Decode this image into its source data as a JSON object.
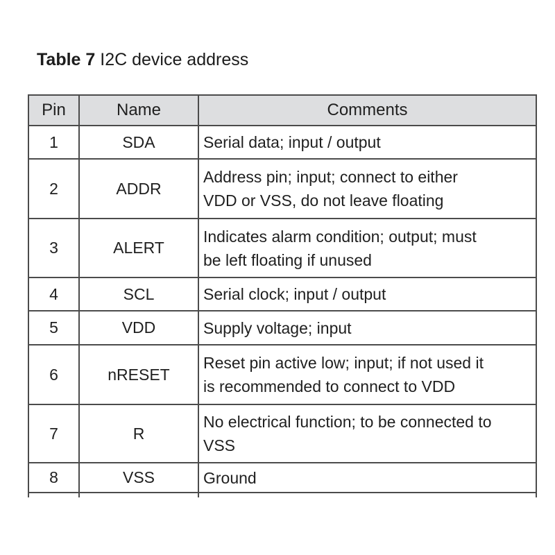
{
  "title": {
    "prefix": "Table 7",
    "text": "I2C device address"
  },
  "table": {
    "headers": [
      "Pin",
      "Name",
      "Comments"
    ],
    "rows": [
      {
        "pin": "1",
        "name": "SDA",
        "comment": "Serial data; input / output"
      },
      {
        "pin": "2",
        "name": "ADDR",
        "comment": "Address pin; input; connect to either\nVDD or VSS, do not leave floating"
      },
      {
        "pin": "3",
        "name": "ALERT",
        "comment": "Indicates alarm condition; output; must\nbe left floating if unused"
      },
      {
        "pin": "4",
        "name": "SCL",
        "comment": "Serial clock; input / output"
      },
      {
        "pin": "5",
        "name": "VDD",
        "comment": "Supply voltage; input"
      },
      {
        "pin": "6",
        "name": "nRESET",
        "comment": "Reset pin active low; input; if not used it\nis recommended to connect to VDD"
      },
      {
        "pin": "7",
        "name": "R",
        "comment": "No electrical function; to be connected to\nVSS"
      },
      {
        "pin": "8",
        "name": "VSS",
        "comment": "Ground"
      }
    ]
  },
  "colors": {
    "header_bg": "#dddee0",
    "border": "#4b4b4b",
    "text": "#1f1f1f",
    "page_bg": "#ffffff"
  }
}
